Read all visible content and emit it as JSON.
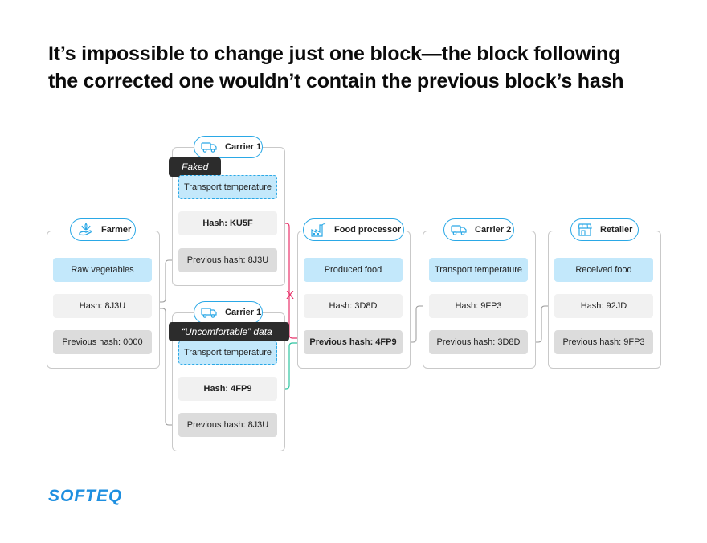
{
  "title_line1": "It’s impossible to change just one block—the block following",
  "title_line2": "the corrected one wouldn’t contain the previous block’s hash",
  "blocks": {
    "farmer": {
      "name": "Farmer",
      "icon": "farmer-icon",
      "data": "Raw vegetables",
      "hash": "Hash: 8J3U",
      "prev": "Previous hash: 0000"
    },
    "carrier1_faked": {
      "name": "Carrier 1",
      "icon": "truck-icon",
      "tag": "Faked",
      "data": "Transport temperature",
      "hash": "Hash: KU5F",
      "prev": "Previous hash: 8J3U"
    },
    "carrier1_real": {
      "name": "Carrier 1",
      "icon": "truck-icon",
      "tag": "“Uncomfortable” data",
      "data": "Transport temperature",
      "hash": "Hash: 4FP9",
      "prev": "Previous hash: 8J3U"
    },
    "food_processor": {
      "name": "Food processor",
      "icon": "factory-icon",
      "data": "Produced food",
      "hash": "Hash: 3D8D",
      "prev": "Previous hash: 4FP9"
    },
    "carrier2": {
      "name": "Carrier 2",
      "icon": "truck-icon",
      "data": "Transport temperature",
      "hash": "Hash: 9FP3",
      "prev": "Previous hash: 3D8D"
    },
    "retailer": {
      "name": "Retailer",
      "icon": "store-icon",
      "data": "Received food",
      "hash": "Hash: 92JD",
      "prev": "Previous hash: 9FP3"
    }
  },
  "mismatch_mark": "X",
  "colors": {
    "accent": "#2aa8e6",
    "mismatch": "#e8336b",
    "valid": "#2fc4a0",
    "logo": "#1e8fe0"
  },
  "logo_text": "SOFTEQ"
}
